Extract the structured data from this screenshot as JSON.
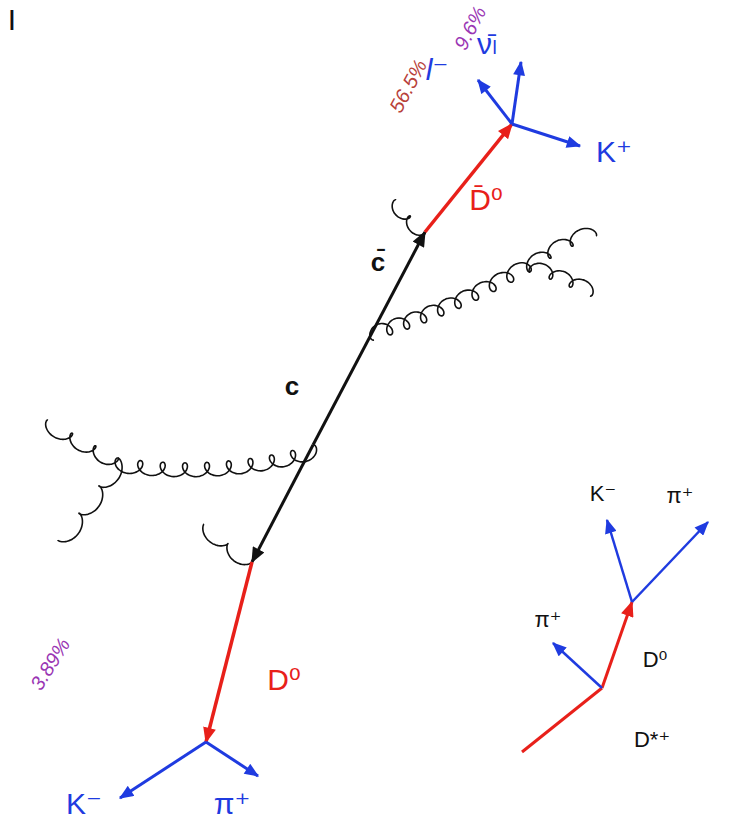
{
  "diagram": {
    "labels": [
      "I",
      "9.6%",
      "56.5%",
      "l⁻",
      "ν̄ₗ",
      "K⁺",
      "D̄⁰",
      "c̄",
      "c",
      "K⁻",
      "π⁺",
      "π⁺",
      "D⁰",
      "3.89%",
      "D⁰",
      "D*⁺",
      "K⁻",
      "π⁺"
    ]
  }
}
